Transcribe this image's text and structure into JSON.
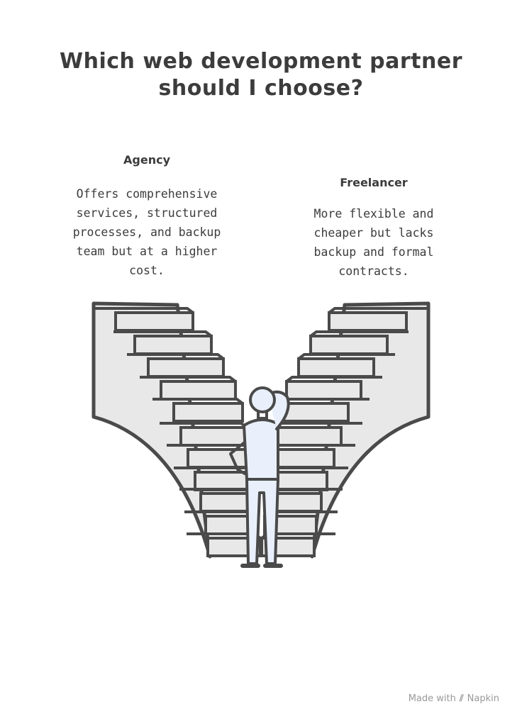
{
  "title": [
    "Which web development partner",
    "should I choose?"
  ],
  "options": [
    {
      "heading": "Agency",
      "description": [
        "Offers comprehensive",
        "services, structured",
        "processes, and backup",
        "team but at a higher",
        "cost."
      ]
    },
    {
      "heading": "Freelancer",
      "description": [
        "More flexible and",
        "cheaper but lacks",
        "backup and formal",
        "contracts."
      ]
    }
  ],
  "footer": {
    "made_with": "Made with",
    "brand": "Napkin"
  },
  "colors": {
    "stroke": "#4a4a4a",
    "stair_fill": "#e8e8e8",
    "person_fill": "#e9f0fb"
  }
}
